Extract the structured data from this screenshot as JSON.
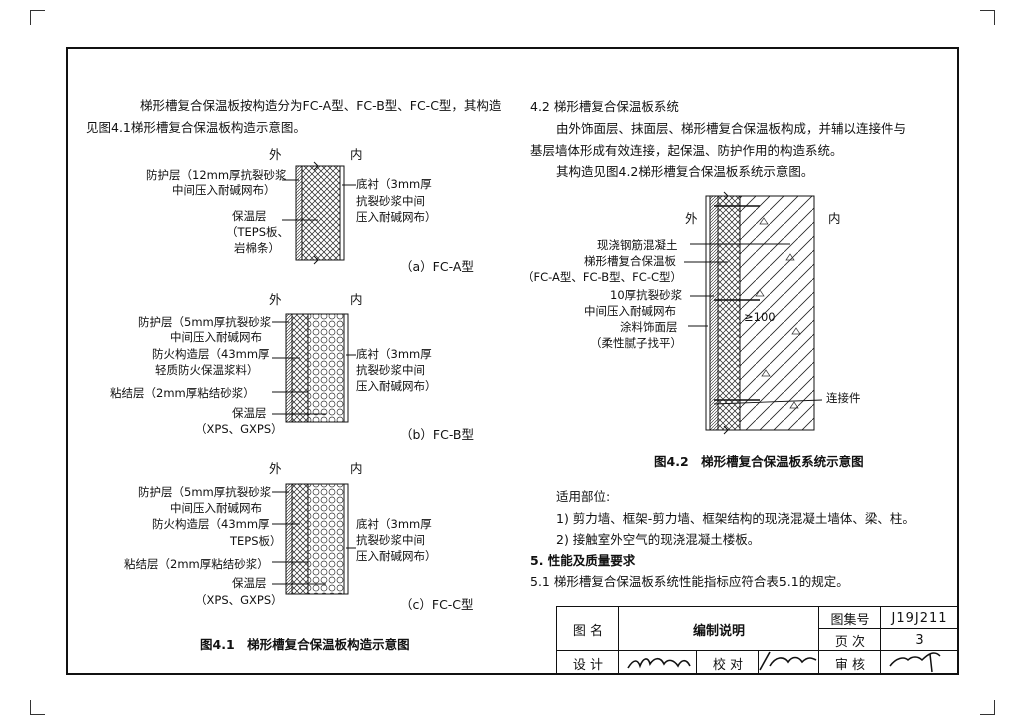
{
  "intro": {
    "line1": "梯形槽复合保温板按构造分为FC-A型、FC-B型、FC-C型，其构造",
    "line2": "见图4.1梯形槽复合保温板构造示意图。"
  },
  "fig_a": {
    "outer": "外",
    "inner": "内",
    "l1a": "防护层（12mm厚抗裂砂浆",
    "l1b": "中间压入耐碱网布）",
    "l2a": "保温层",
    "l2b": "（TEPS板、",
    "l2c": "岩棉条）",
    "r1": "底衬（3mm厚",
    "r2": "抗裂砂浆中间",
    "r3": "压入耐碱网布）",
    "caption": "（a）FC-A型"
  },
  "fig_b": {
    "outer": "外",
    "inner": "内",
    "l1a": "防护层（5mm厚抗裂砂浆",
    "l1b": "中间压入耐碱网布",
    "l2a": "防火构造层（43mm厚",
    "l2b": "轻质防火保温浆料）",
    "l3": "粘结层（2mm厚粘结砂浆）",
    "l4a": "保温层",
    "l4b": "（XPS、GXPS）",
    "r1": "底衬（3mm厚",
    "r2": "抗裂砂浆中间",
    "r3": "压入耐碱网布）",
    "caption": "（b）FC-B型"
  },
  "fig_c": {
    "outer": "外",
    "inner": "内",
    "l1a": "防护层（5mm厚抗裂砂浆",
    "l1b": "中间压入耐碱网布",
    "l2a": "防火构造层（43mm厚",
    "l2b": "TEPS板）",
    "l3": "粘结层（2mm厚粘结砂浆）",
    "l4a": "保温层",
    "l4b": "（XPS、GXPS）",
    "r1": "底衬（3mm厚",
    "r2": "抗裂砂浆中间",
    "r3": "压入耐碱网布）",
    "caption": "（c）FC-C型"
  },
  "fig41_caption": "图4.1　梯形槽复合保温板构造示意图",
  "sec42": {
    "heading": "4.2 梯形槽复合保温板系统",
    "p1": "由外饰面层、抹面层、梯形槽复合保温板构成，并辅以连接件与",
    "p2": "基层墙体形成有效连接，起保温、防护作用的构造系统。",
    "p3": "其构造见图4.2梯形槽复合保温板系统示意图。"
  },
  "fig42": {
    "outer": "外",
    "inner": "内",
    "l1": "现浇钢筋混凝土",
    "l2": "梯形槽复合保温板",
    "l3": "（FC-A型、FC-B型、FC-C型）",
    "l4": "10厚抗裂砂浆",
    "l5": "中间压入耐碱网布",
    "l6": "涂料饰面层",
    "l7": "（柔性腻子找平）",
    "dim": "≥100",
    "connector": "连接件",
    "caption": "图4.2　梯形槽复合保温板系统示意图"
  },
  "usage": {
    "title": "适用部位:",
    "i1": "1) 剪力墙、框架-剪力墙、框架结构的现浇混凝土墙体、梁、柱。",
    "i2": "2) 接触室外空气的现浇混凝土楼板。"
  },
  "sec5": {
    "heading": "5. 性能及质量要求",
    "s51": "5.1 梯形槽复合保温板系统性能指标应符合表5.1的规定。"
  },
  "titleblock": {
    "name_label": "图 名",
    "name": "编制说明",
    "atlas_label": "图集号",
    "atlas": "J19J211",
    "page_label": "页 次",
    "page": "3",
    "design_label": "设 计",
    "check_label": "校 对",
    "review_label": "审 核"
  }
}
